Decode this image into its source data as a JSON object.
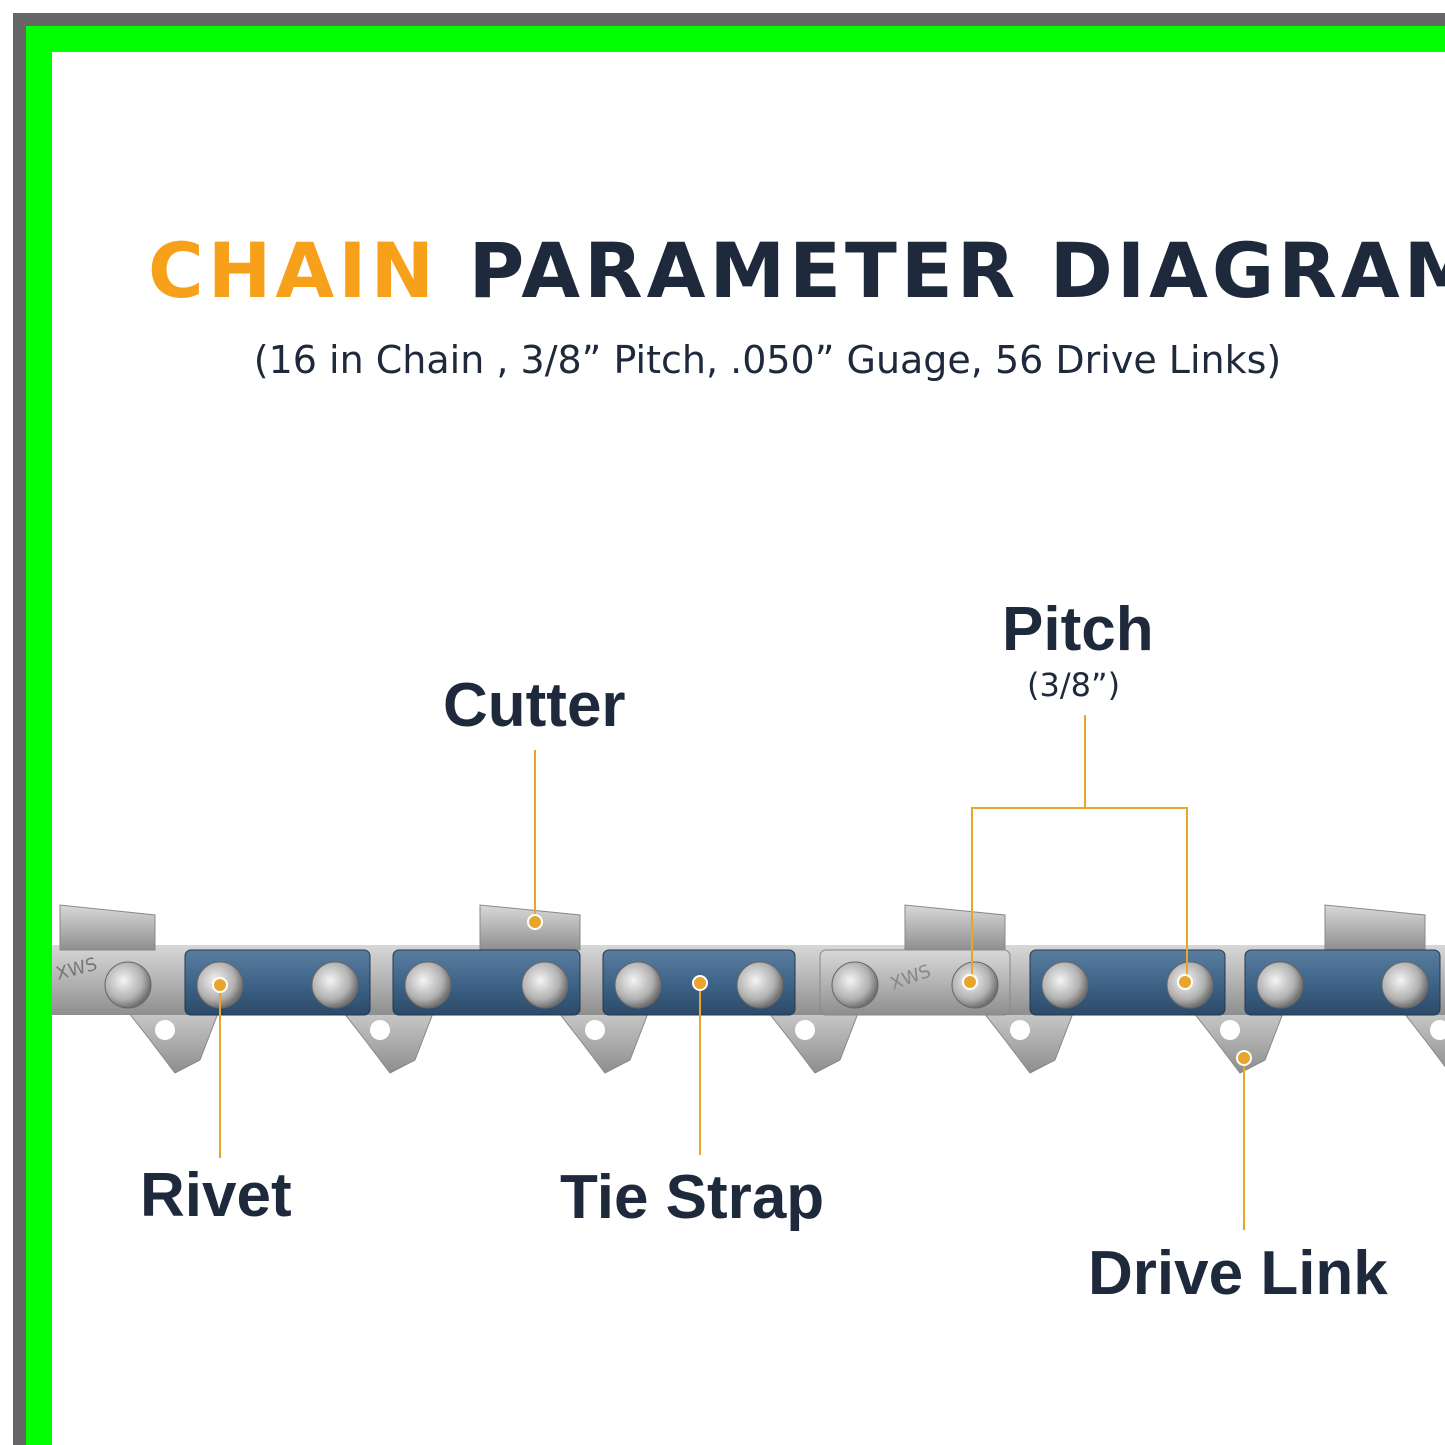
{
  "title": {
    "accent": "CHAIN",
    "rest": "PARAMETER DIAGRAM"
  },
  "subtitle": "(16 in Chain , 3/8” Pitch, .050” Guage, 56 Drive Links)",
  "labels": {
    "cutter": "Cutter",
    "pitch": "Pitch",
    "pitch_value": "(3/8”)",
    "rivet": "Rivet",
    "tie_strap": "Tie Strap",
    "drive_link": "Drive Link"
  },
  "chain_stamp": "XWS",
  "colors": {
    "accent": "#f7a01a",
    "text": "#1e2a3c",
    "leader": "#e9a42c",
    "border_green": "#00ff00",
    "border_gray": "#666666",
    "tie_strap_blue": "#3e6488",
    "steel": "#b8b8b8"
  }
}
